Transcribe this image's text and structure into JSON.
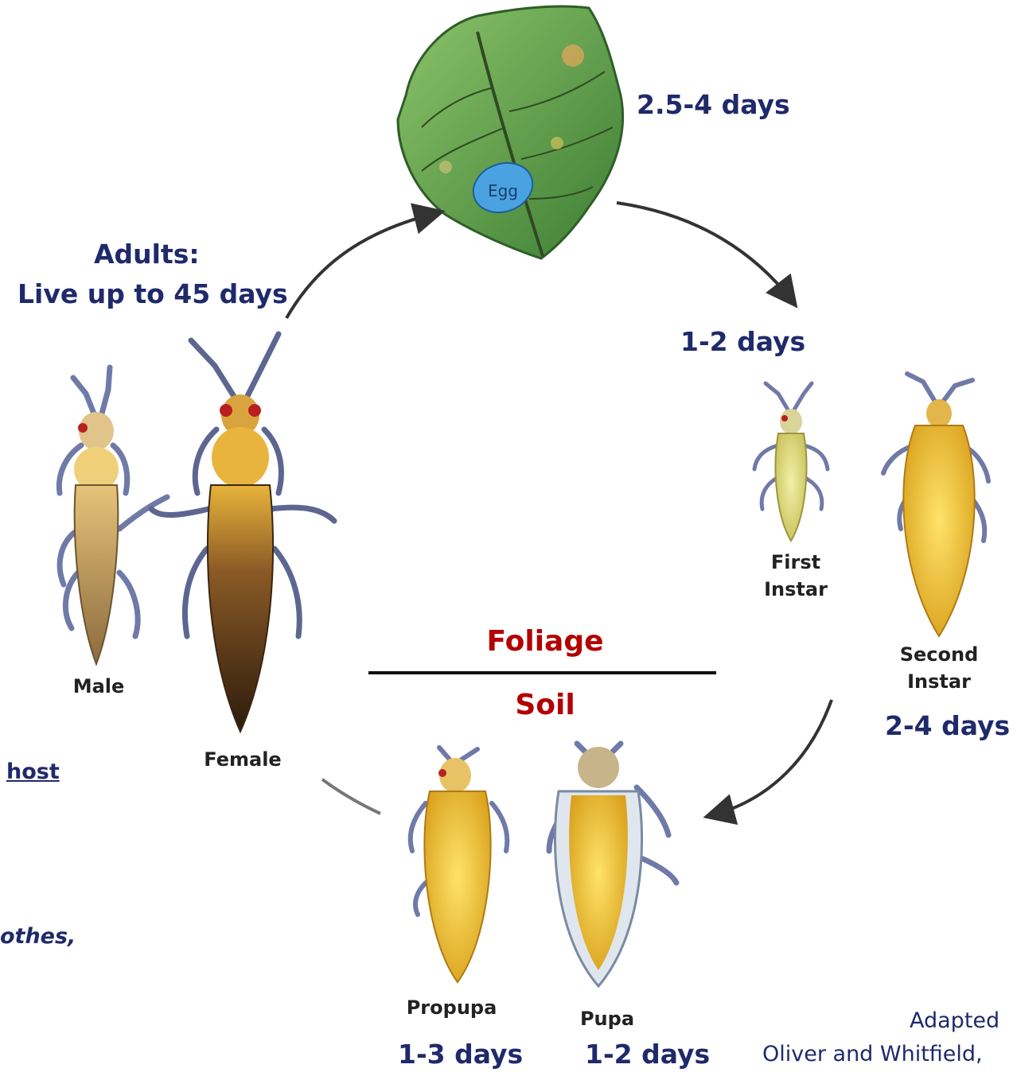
{
  "stages": {
    "egg_label": "Egg",
    "egg_duration": "2.5-4 days",
    "first_instar_duration": "1-2 days",
    "first_instar_label": [
      "First",
      "Instar"
    ],
    "second_instar_label": [
      "Second",
      "Instar"
    ],
    "second_instar_duration": "2-4 days",
    "propupa_label": "Propupa",
    "propupa_duration": "1-3 days",
    "pupa_label": "Pupa",
    "pupa_duration": "1-2 days",
    "male_label": "Male",
    "female_label": "Female",
    "adults_title": "Adults:",
    "adults_duration": "Live up to 45 days"
  },
  "zones": {
    "foliage": "Foliage",
    "soil": "Soil"
  },
  "citation": {
    "line1": "Adapted",
    "line2": "Oliver and Whitfield,"
  },
  "cutoff_text": {
    "host": "host",
    "othes": "othes,"
  },
  "colors": {
    "duration_text": "#1f2a6b",
    "zone_text": "#b30000",
    "leaf": "#5f9e4a",
    "egg": "#4aa3e0",
    "arrow": "#333333"
  }
}
